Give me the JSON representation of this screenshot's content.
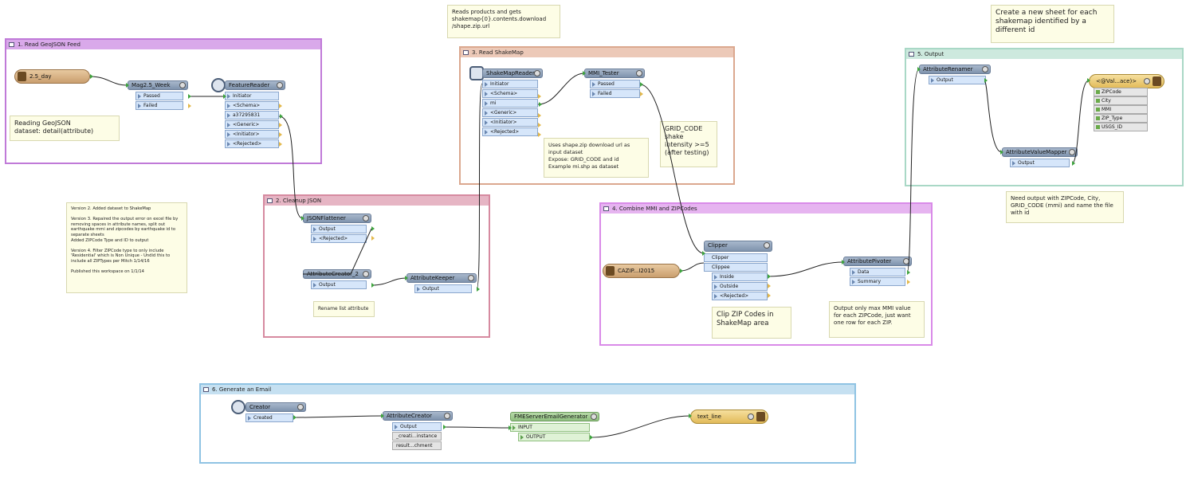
{
  "bookmarks": {
    "b1": {
      "title": "1. Read GeoJSON Feed",
      "color": "#c07ad8",
      "bg": "#ffffff"
    },
    "b2": {
      "title": "2. Cleanup JSON",
      "color": "#d68aa0",
      "bg": "#ffffff"
    },
    "b3": {
      "title": "3. Read ShakeMap",
      "color": "#dba88f",
      "bg": "#ffffff"
    },
    "b4": {
      "title": "4. Combine MMI and ZIPCodes",
      "color": "#d98ae8",
      "bg": "#ffffff"
    },
    "b5": {
      "title": "5. Output",
      "color": "#a9d8c6",
      "bg": "#ffffff"
    },
    "b6": {
      "title": "6. Generate an Email",
      "color": "#8fc3e3",
      "bg": "#ffffff"
    }
  },
  "notes": {
    "top_shakemap": "Reads products and gets shakemap{0}.contents.download /shape.zip.url",
    "top_sheet": "Create a new sheet for each shakemap identified by a different id",
    "read_geojson": "Reading GeoJSON\ndataset: detail(attribute)",
    "version": "Version 2. Added dataset to ShakeMap\n\nVersion 3. Repaired the output error on excel file by removing spaces in attribute names, split out earthquake mmi and zipcodes by earthquake id to separate sheets\nAdded ZIPCode Type and ID to output\n\nVersion 4. Filter ZIPCode type to only include 'Residential' which is Non Unique - Undid this to include all ZIPTypes per Mitch 1/14/16\n\nPublished this workspace on 1/1/14",
    "shapezip": "Uses shape.zip download url as input dataset\nExpose: GRID_CODE and id\nExample mi.shp as dataset",
    "gridcode": "GRID_CODE shake intensity >=5 (after testing)",
    "rename": "Rename list attribute",
    "clip": "Clip ZIP Codes in ShakeMap area",
    "maxmmi": "Output only max MMI value for each ZIPCode, just want one row for each ZIP.",
    "needoutput": "Need output with ZIPCode, City, GRID_CODE (mmi) and name the file with id"
  },
  "transformers": {
    "day": {
      "label": "2.5_day"
    },
    "mag": {
      "label": "Mag2.5_Week",
      "ports": [
        "Passed",
        "Failed"
      ]
    },
    "featurereader": {
      "label": "FeatureReader",
      "ports": [
        "Initiator",
        "<Schema>",
        "a37295831",
        "<Generic>",
        "<Initiator>",
        "<Rejected>"
      ]
    },
    "jsonflattener": {
      "label": "JSONFlattener",
      "ports": [
        "Output",
        "<Rejected>"
      ]
    },
    "attrcreator2": {
      "label": "AttributeCreator_2",
      "ports": [
        "Output"
      ]
    },
    "attrkeeper": {
      "label": "AttributeKeeper",
      "ports": [
        "Output"
      ]
    },
    "shakemapreader": {
      "label": "ShakeMapReader",
      "ports": [
        "Initiator",
        "<Schema>",
        "mi",
        "<Generic>",
        "<Initiator>",
        "<Rejected>"
      ]
    },
    "mmitester": {
      "label": "MMI_Tester",
      "ports": [
        "Passed",
        "Failed"
      ]
    },
    "caziр": {
      "label": "CAZIP...I2015"
    },
    "clipper": {
      "label": "Clipper",
      "ports": [
        "Clipper",
        "Clippee",
        "Inside",
        "Outside",
        "<Rejected>"
      ]
    },
    "pivoter": {
      "label": "AttributePivoter",
      "ports": [
        "Data",
        "Summary"
      ]
    },
    "renamer": {
      "label": "AttributeRenamer",
      "ports": [
        "Output"
      ]
    },
    "valuemapper": {
      "label": "AttributeValueMapper",
      "ports": [
        "Output"
      ]
    },
    "writer": {
      "label": "<@Val...ace)>",
      "attrs": [
        "ZIPCode",
        "City",
        "MMI",
        "ZIP_Type",
        "USGS_ID"
      ]
    },
    "creator": {
      "label": "Creator",
      "ports": [
        "Created"
      ]
    },
    "attrcreator": {
      "label": "AttributeCreator",
      "ports": [
        "Output"
      ],
      "attrs": [
        "_creati...instance",
        "result...chment"
      ]
    },
    "emailgen": {
      "label": "FMEServerEmailGenerator",
      "ports": [
        "INPUT",
        "OUTPUT"
      ]
    },
    "textline": {
      "label": "text_line"
    }
  }
}
